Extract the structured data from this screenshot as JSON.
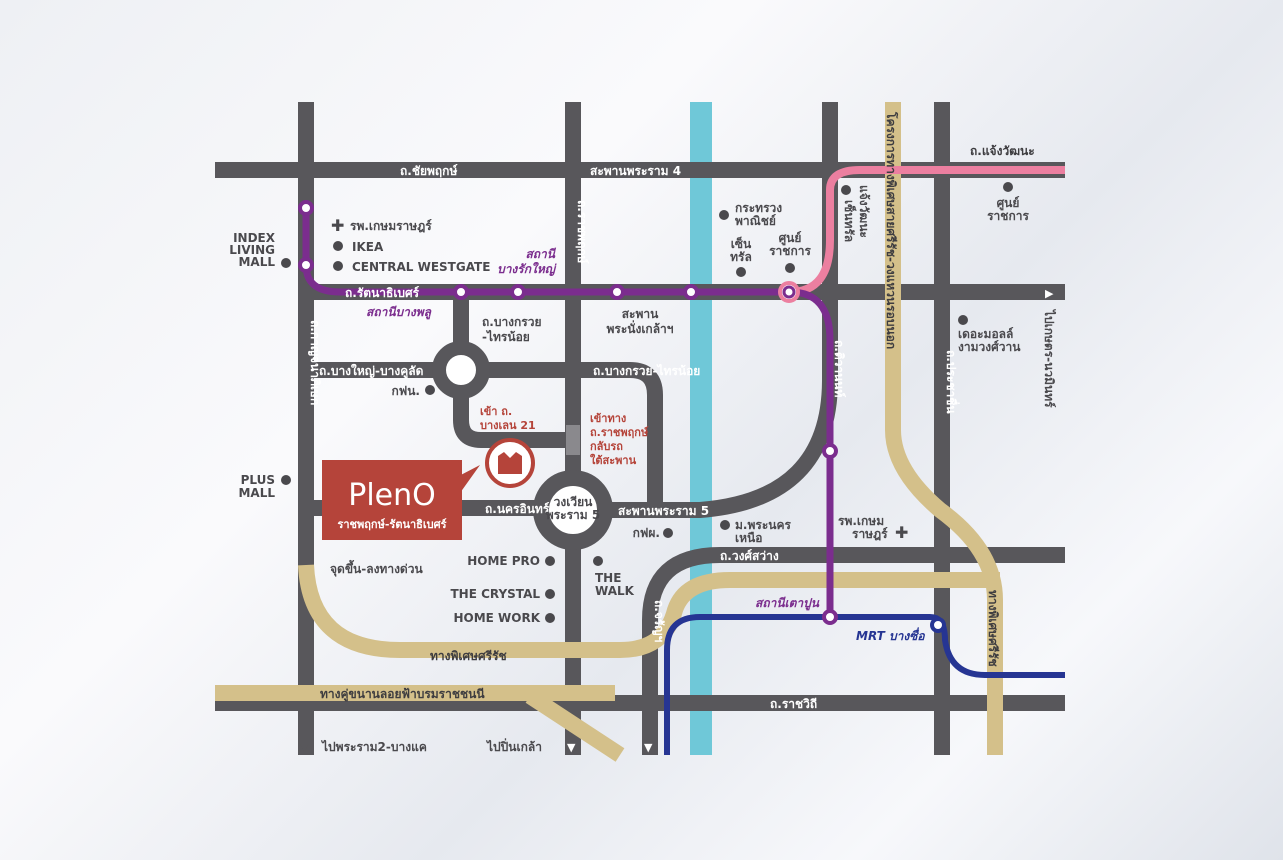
{
  "colors": {
    "road": "#58575b",
    "purple_line": "#7b2d8e",
    "pink_line": "#ec7fa0",
    "expressway": "#d4c08a",
    "river": "#6fc8d8",
    "mrt_blue": "#263593",
    "brand": "#b5443a"
  },
  "brand": {
    "logo": "PlenO",
    "subtitle": "ราชพฤกษ์-รัตนาธิเบศร์"
  },
  "roads": {
    "chaiyaphruek": "ถ.ชัยพฤกษ์",
    "rama4_bridge": "สะพานพระราม 4",
    "chaengwattana": "ถ.แจ้งวัฒนะ",
    "ratchaphruek": "ถ.ราชพฤกษ์",
    "rattanathibet": "ถ.รัตนาธิเบศร์",
    "kanchanaphisek": "ถ.กาญจนาภิเษก",
    "bangkruai_sainoi": "ถ.บางกรวย",
    "sainoi2": "-ไทรน้อย",
    "bangyai": "ถ.บางใหญ่-บางคูลัด",
    "bangkruai_sainoi_curve": "ถ.บางกรวย-ไทรน้อย",
    "tiwanon": "ถ.ติวานนท์",
    "prachachuen": "ถ.ประชาชื่น",
    "nakhon_in": "ถ.นครอินทร์",
    "rama5_bridge": "สะพานพระราม 5",
    "rama5_circle_1": "วงเวียน",
    "rama5_circle_2": "พระราม 5",
    "wongsawang": "ถ.วงศ์สว่าง",
    "charan": "ถ.จรัญฯ",
    "ratchawithi": "ถ.ราชวิถี",
    "sirat": "ทางพิเศษศรีรัช",
    "sirat_v": "ทางพิเศษศรีรัช",
    "parallel": "ทางคู่ขนานลอยฟ้าบรมราชชนนี",
    "sirat_project": "โครงการทางพิเศษสายศรีรัช-วงแหวนรอบนอก",
    "express_entry": "จุดขึ้น-ลงทางด่วน",
    "to_rama2": "ไปพระราม2-บางแค",
    "to_pinklao": "ไปปิ่นเกล้า",
    "to_kaset": "ไปเกษตร-นวมินทร์",
    "pranangklao_1": "สะพาน",
    "pranangklao_2": "พระนั่งเกล้าฯ"
  },
  "stations": {
    "bangphlu": "สถานีบางพลู",
    "bangrakyai_1": "สถานี",
    "bangrakyai_2": "บางรักใหญ่",
    "taopoon": "สถานีเตาปูน",
    "mrt_bangsue": "MRT บางซื่อ"
  },
  "directions": {
    "bangloen_1": "เข้า ถ.",
    "bangloen_2": "บางเลน 21",
    "ratchaphruek_1": "เข้าทาง",
    "ratchaphruek_2": "ถ.ราชพฤกษ์",
    "ratchaphruek_3": "กลับรถ",
    "ratchaphruek_4": "ใต้สะพาน"
  },
  "poi": {
    "kasemrad1": "รพ.เกษมราษฎร์",
    "ikea": "IKEA",
    "westgate": "CENTRAL WESTGATE",
    "index_1": "INDEX",
    "index_2": "LIVING",
    "index_3": "MALL",
    "egat1": "กฟน.",
    "plus_1": "PLUS",
    "plus_2": "MALL",
    "homepro": "HOME PRO",
    "crystal": "THE CRYSTAL",
    "homework": "HOME WORK",
    "walk_1": "THE",
    "walk_2": "WALK",
    "egat2": "กฟผ.",
    "kmutnb_1": "ม.พระนคร",
    "kmutnb_2": "เหนือ",
    "kasemrad2_1": "รพ.เกษม",
    "kasemrad2_2": "ราษฎร์",
    "commerce_1": "กระทรวง",
    "commerce_2": "พาณิชย์",
    "central_1": "เซ็น",
    "central_2": "ทรัล",
    "govcenter_1": "ศูนย์",
    "govcenter_2": "ราชการ",
    "cw_1": "เซ็นทรัล",
    "cw_2": "แจ้งวัฒนะ",
    "govcenter2_1": "ศูนย์",
    "govcenter2_2": "ราชการ",
    "themall_1": "เดอะมอลล์",
    "themall_2": "งามวงศ์วาน"
  }
}
